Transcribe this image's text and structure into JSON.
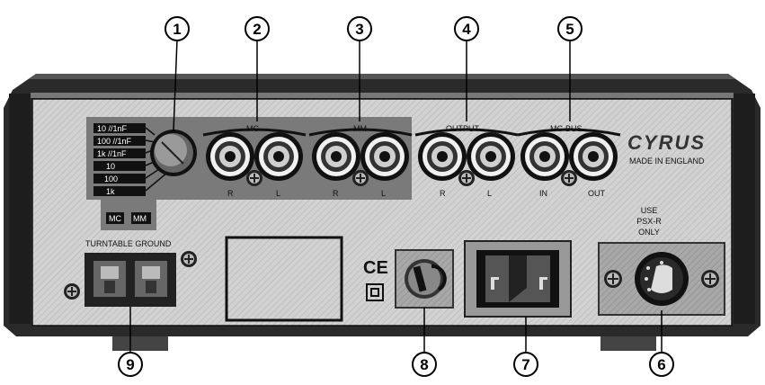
{
  "callouts": [
    "1",
    "2",
    "3",
    "4",
    "5",
    "6",
    "7",
    "8",
    "9"
  ],
  "impedance_labels": [
    "10 //1nF",
    "100 //1nF",
    "1k //1nF",
    "10",
    "100",
    "1k"
  ],
  "selector_labels": {
    "mc": "MC",
    "mm": "MM"
  },
  "sections": {
    "mc": {
      "label": "MC",
      "left": "R",
      "right": "L"
    },
    "mm": {
      "label": "MM",
      "left": "R",
      "right": "L"
    },
    "output": {
      "label": "OUTPUT",
      "left": "R",
      "right": "L"
    },
    "mcbus": {
      "label": "MC-BUS",
      "left": "IN",
      "right": "OUT"
    }
  },
  "brand": {
    "logo": "CYRUS",
    "tagline": "MADE IN ENGLAND"
  },
  "turntable_ground": "TURNTABLE GROUND",
  "ce_mark": "CE",
  "power_note": [
    "USE",
    "PSX-R",
    "ONLY"
  ],
  "colors": {
    "panel": "#c8c8c8",
    "case": "#2a2a2a",
    "callout": "#000000"
  }
}
